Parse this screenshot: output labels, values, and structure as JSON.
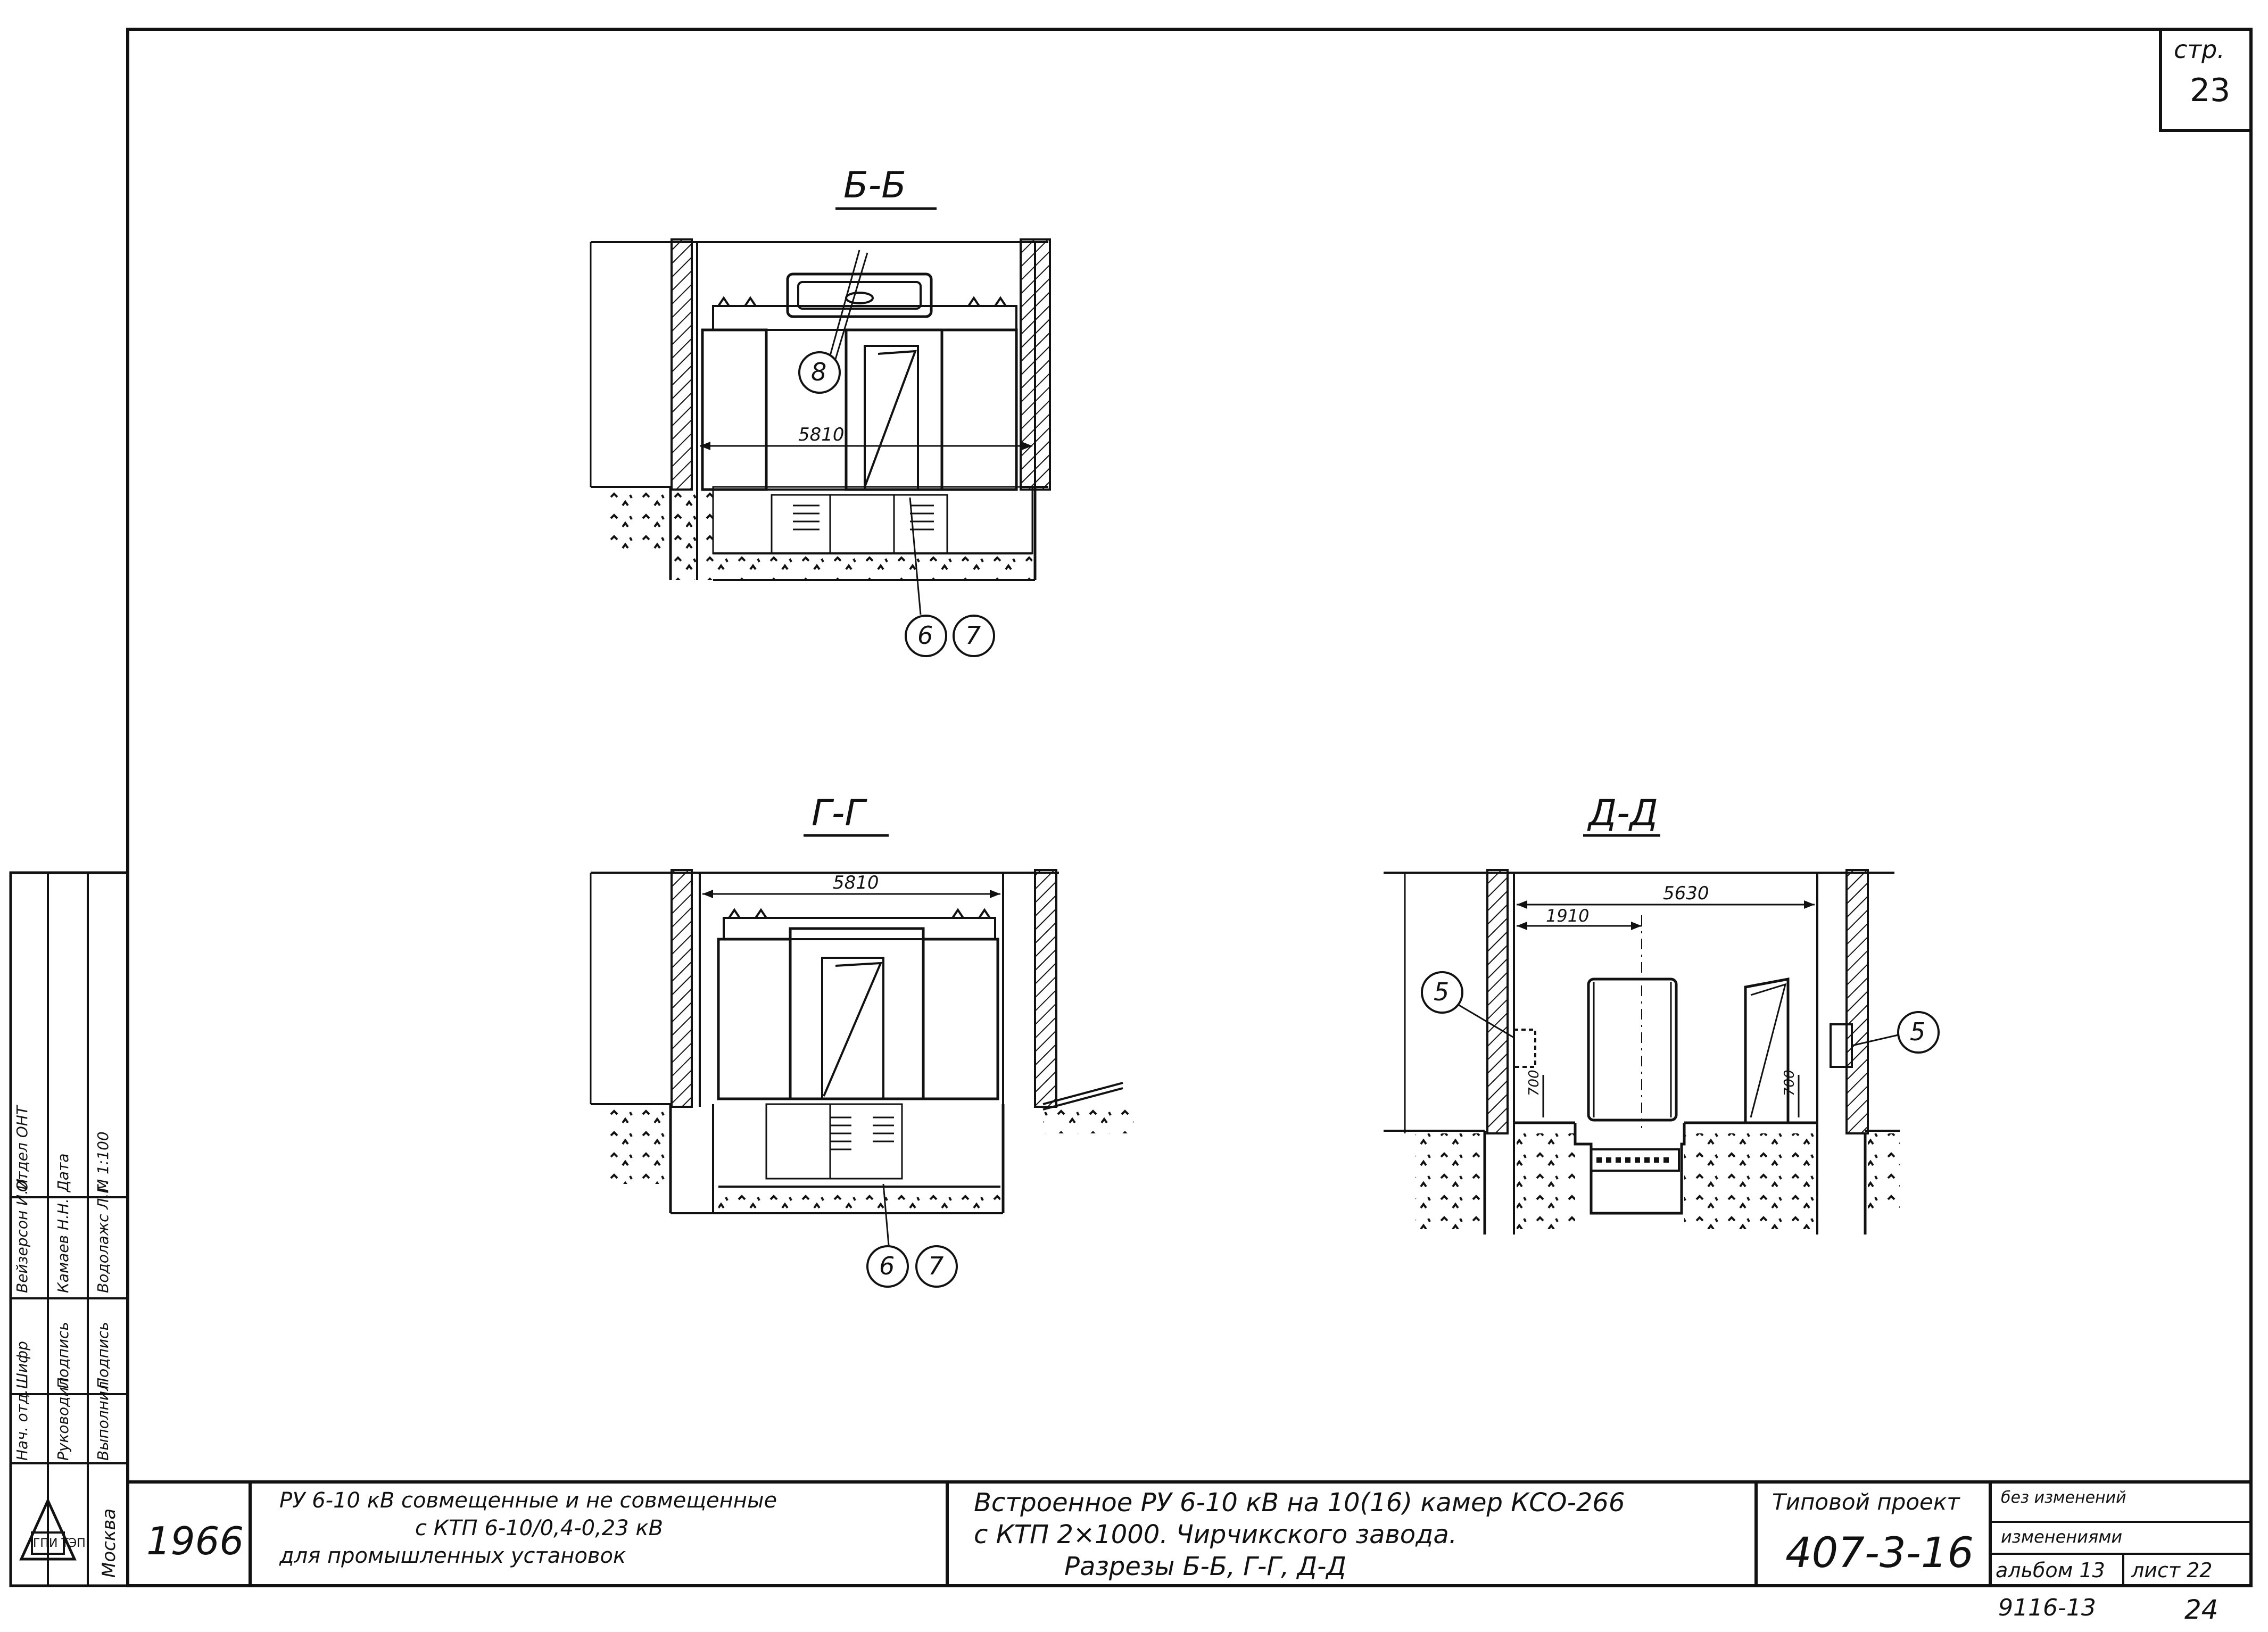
{
  "sheet": {
    "page_label": "стр.",
    "page_number": "23",
    "archive_number": "9116-13",
    "archive_sheet": "24"
  },
  "sections": {
    "bb": {
      "title": "Б-Б",
      "dim_width": "5810",
      "callout_top": "8",
      "callout_a": "6",
      "callout_b": "7"
    },
    "gg": {
      "title": "Г-Г",
      "dim_width": "5810",
      "callout_a": "6",
      "callout_b": "7"
    },
    "dd": {
      "title": "Д-Д",
      "dim_total": "5630",
      "dim_partial": "1910",
      "dim_height_left": "700",
      "dim_height_right": "700",
      "callout_left": "5",
      "callout_right": "5"
    }
  },
  "stamp": {
    "year": "1966",
    "description_line1": "РУ 6-10 кВ совмещенные и не совмещенные",
    "description_line2": "с КТП 6-10/0,4-0,23 кВ",
    "description_line3": "для промышленных установок",
    "title_line1": "Встроенное РУ 6-10 кВ на 10(16) камер КСО-266",
    "title_line2": "с КТП 2×1000. Чирчикского завода.",
    "title_line3": "Разрезы Б-Б, Г-Г, Д-Д",
    "project_label": "Типовой проект",
    "project_number": "407-3-16",
    "changes_1": "без изменений",
    "changes_2": "изменениями",
    "album": "альбом 13",
    "sheet": "лист 22",
    "city": "Москва",
    "org_logo": "ГПИ ТЭП"
  },
  "side_stamp": {
    "row1": [
      "Нач. отд.",
      "Шифр",
      "Вейзерсон И.И.",
      "Отдел ОНТ"
    ],
    "row2": [
      "Руководил",
      "Подпись",
      "Камаев Н.Н.",
      "Дата"
    ],
    "row3": [
      "Выполнил",
      "Подпись",
      "Водолажс Л.Г.",
      "М 1:100"
    ]
  }
}
